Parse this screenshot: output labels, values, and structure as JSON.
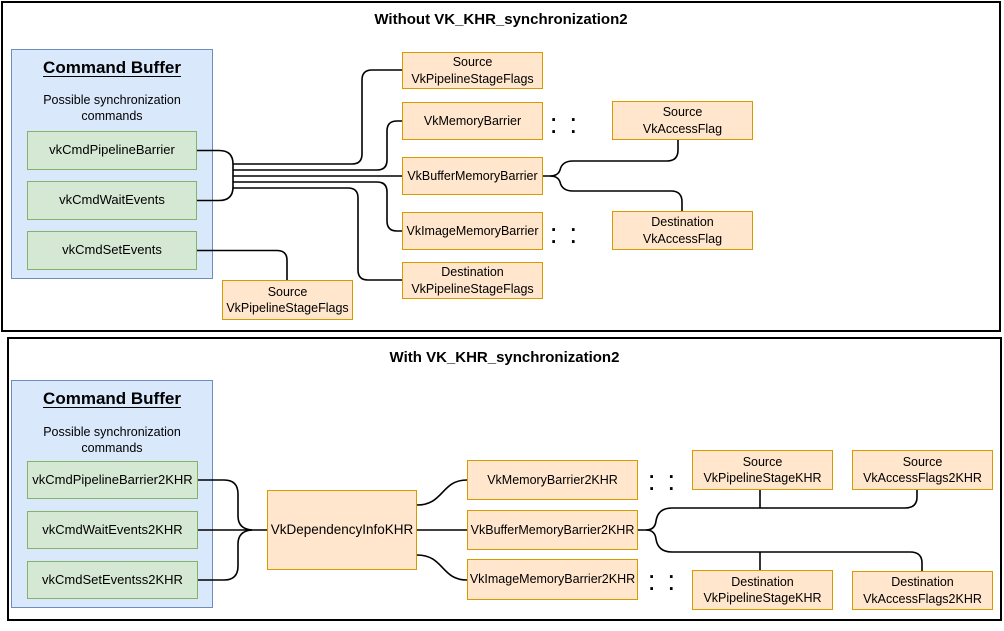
{
  "colors": {
    "panel_border": "#000000",
    "line": "#000000",
    "box_blue_fill": "#dae8fc",
    "box_blue_border": "#6c8ebf",
    "box_green_fill": "#d5e8d4",
    "box_green_border": "#82b366",
    "box_orange_fill": "#ffe6cc",
    "box_orange_border": "#d79b00"
  },
  "ellipsis": "· · · ·",
  "panel_top": {
    "title": "Without VK_KHR_synchronization2",
    "command_buffer": {
      "title": "Command Buffer",
      "subtitle": "Possible synchronization\ncommands",
      "commands": [
        "vkCmdPipelineBarrier",
        "vkCmdWaitEvents",
        "vkCmdSetEvents"
      ]
    },
    "nodes": {
      "source_stage_flags_top": "Source\nVkPipelineStageFlags",
      "memory_barrier": "VkMemoryBarrier",
      "buffer_memory_barrier": "VkBufferMemoryBarrier",
      "image_memory_barrier": "VkImageMemoryBarrier",
      "destination_stage_flags": "Destination\nVkPipelineStageFlags",
      "source_access_flag": "Source\nVkAccessFlag",
      "destination_access_flag": "Destination\nVkAccessFlag",
      "source_stage_flags_set_events": "Source\nVkPipelineStageFlags"
    }
  },
  "panel_bottom": {
    "title": "With VK_KHR_synchronization2",
    "command_buffer": {
      "title": "Command Buffer",
      "subtitle": "Possible synchronization\ncommands",
      "commands": [
        "vkCmdPipelineBarrier2KHR",
        "vkCmdWaitEvents2KHR",
        "vkCmdSetEventss2KHR"
      ]
    },
    "nodes": {
      "dependency_info": "VkDependencyInfoKHR",
      "memory_barrier_2": "VkMemoryBarrier2KHR",
      "buffer_memory_barrier_2": "VkBufferMemoryBarrier2KHR",
      "image_memory_barrier_2": "VkImageMemoryBarrier2KHR",
      "source_stage": "Source\nVkPipelineStageKHR",
      "source_access": "Source\nVkAccessFlags2KHR",
      "destination_stage": "Destination\nVkPipelineStageKHR",
      "destination_access": "Destination\nVkAccessFlags2KHR"
    }
  }
}
